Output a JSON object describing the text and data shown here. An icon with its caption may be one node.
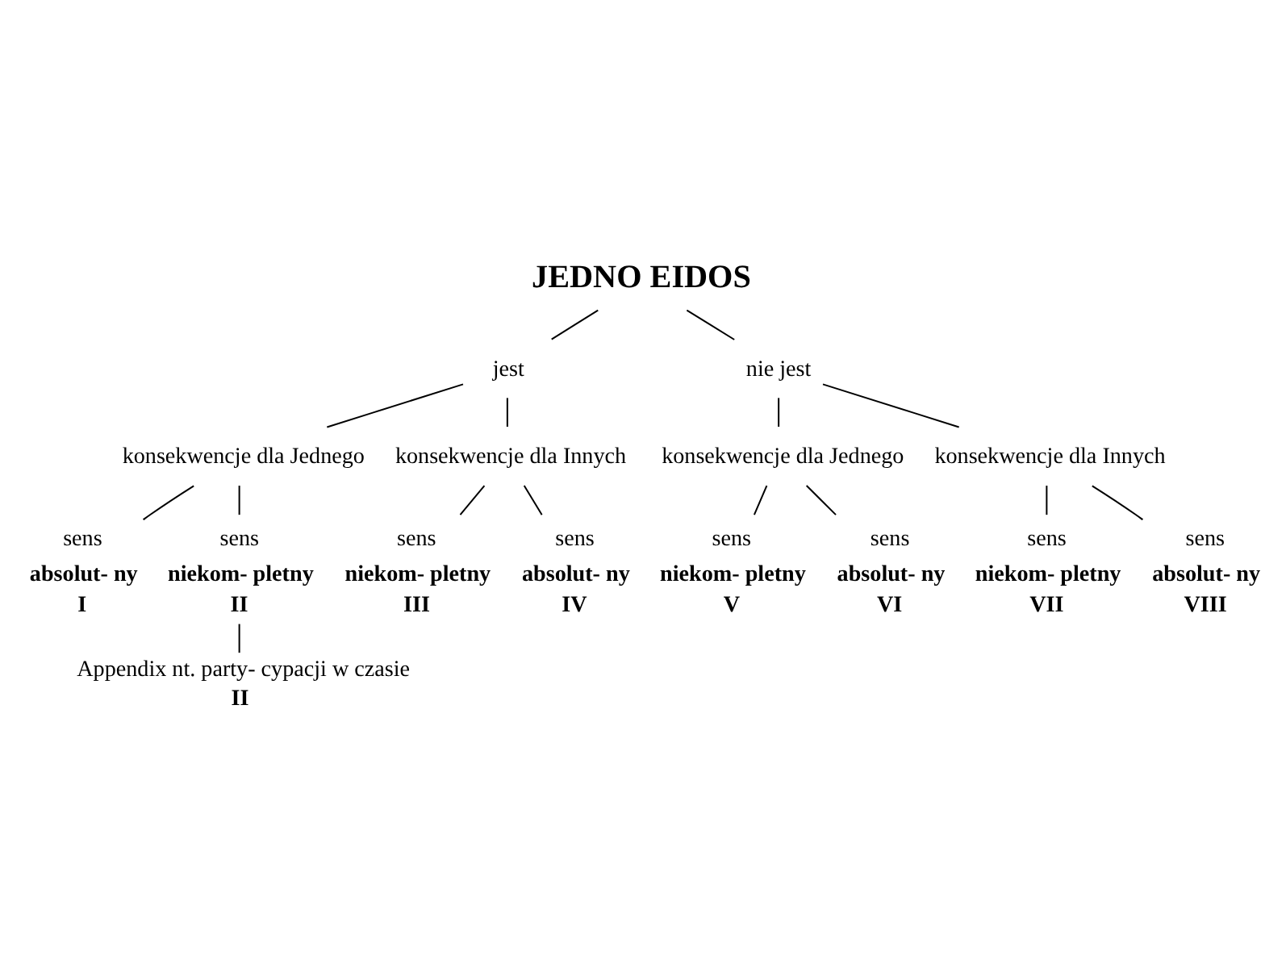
{
  "diagram": {
    "nodes": [
      {
        "text": [
          "JEDNO EIDOS"
        ]
      },
      {
        "text": [
          "jest"
        ]
      },
      {
        "text": [
          "nie jest"
        ]
      },
      {
        "text": [
          "konsekwencje dla Jednego"
        ]
      },
      {
        "text": [
          "konsekwencje dla Innych"
        ]
      },
      {
        "text": [
          "konsekwencje dla Jednego"
        ]
      },
      {
        "text": [
          "konsekwencje dla Innych"
        ]
      },
      {
        "text": [
          "sens",
          "absolut- ny",
          "I"
        ]
      },
      {
        "text": [
          "sens",
          "niekom- pletny",
          "II"
        ]
      },
      {
        "text": [
          "sens",
          "niekom- pletny",
          "III"
        ]
      },
      {
        "text": [
          "sens",
          "absolut- ny",
          "IV"
        ]
      },
      {
        "text": [
          "sens",
          "niekom- pletny",
          "V"
        ]
      },
      {
        "text": [
          "sens",
          "absolut- ny",
          "VI"
        ]
      },
      {
        "text": [
          "sens",
          "niekom- pletny",
          "VII"
        ]
      },
      {
        "text": [
          "sens",
          "absolut- ny",
          "VIII"
        ]
      },
      {
        "text": [
          "Appendix nt. party- cypacji w czasie",
          "II"
        ]
      }
    ],
    "edges": [
      {
        "from": 0,
        "to": 1,
        "arrow": "none"
      },
      {
        "from": 0,
        "to": 2,
        "arrow": "none"
      },
      {
        "from": 1,
        "to": 3,
        "arrow": "none"
      },
      {
        "from": 1,
        "to": 4,
        "arrow": "none"
      },
      {
        "from": 2,
        "to": 5,
        "arrow": "none"
      },
      {
        "from": 2,
        "to": 6,
        "arrow": "none"
      },
      {
        "from": 3,
        "to": 7,
        "arrow": "none"
      },
      {
        "from": 3,
        "to": 8,
        "arrow": "none"
      },
      {
        "from": 4,
        "to": 9,
        "arrow": "none"
      },
      {
        "from": 4,
        "to": 10,
        "arrow": "none"
      },
      {
        "from": 5,
        "to": 11,
        "arrow": "none"
      },
      {
        "from": 5,
        "to": 12,
        "arrow": "none"
      },
      {
        "from": 6,
        "to": 13,
        "arrow": "none"
      },
      {
        "from": 6,
        "to": 14,
        "arrow": "none"
      },
      {
        "from": 8,
        "to": 15,
        "arrow": "none"
      }
    ]
  }
}
